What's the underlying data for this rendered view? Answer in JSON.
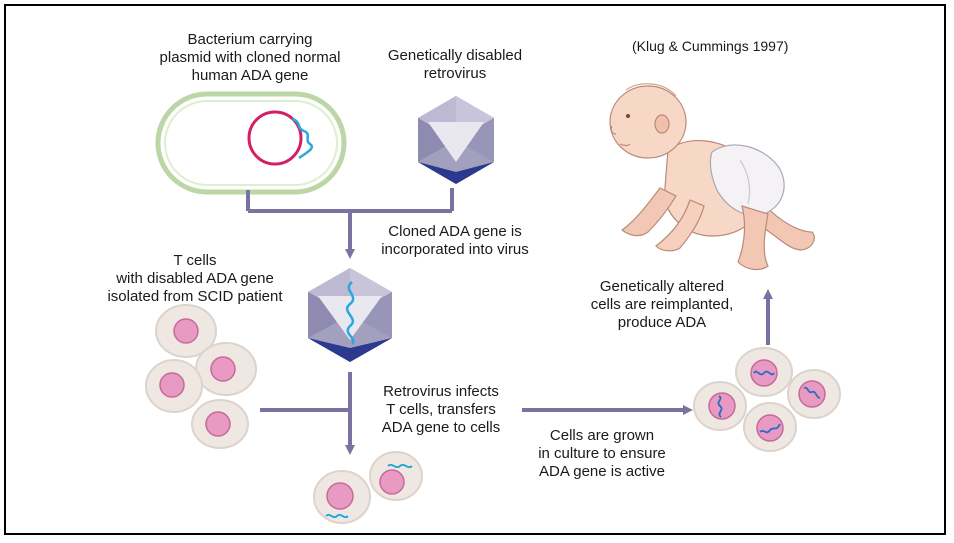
{
  "citation": "(Klug & Cummings 1997)",
  "labels": {
    "bacterium": "Bacterium carrying\nplasmid with cloned normal\nhuman ADA gene",
    "retrovirus": "Genetically disabled\nretrovirus",
    "incorporated": "Cloned ADA gene is\nincorporated into virus",
    "tcells": "T cells\nwith disabled ADA gene\nisolated from SCID patient",
    "infects": "Retrovirus infects\nT cells, transfers\nADA gene to cells",
    "grown": "Cells are grown\nin culture to ensure\nADA gene is active",
    "reimplanted": "Genetically altered\ncells are reimplanted,\nproduce ADA"
  },
  "colors": {
    "arrow": "#7a72a0",
    "capsule_outline": "#bcd6a6",
    "plasmid": "#d41f66",
    "gene": "#29a7df",
    "cell_body": "#efe8e2",
    "nucleus": "#e89ac2",
    "nucleus_edge": "#c66a9a",
    "virus_light": "#dcdae8",
    "virus_mid": "#a39fbf",
    "virus_dark": "#2b3a8e",
    "baby_skin": "#f7d7c6"
  }
}
